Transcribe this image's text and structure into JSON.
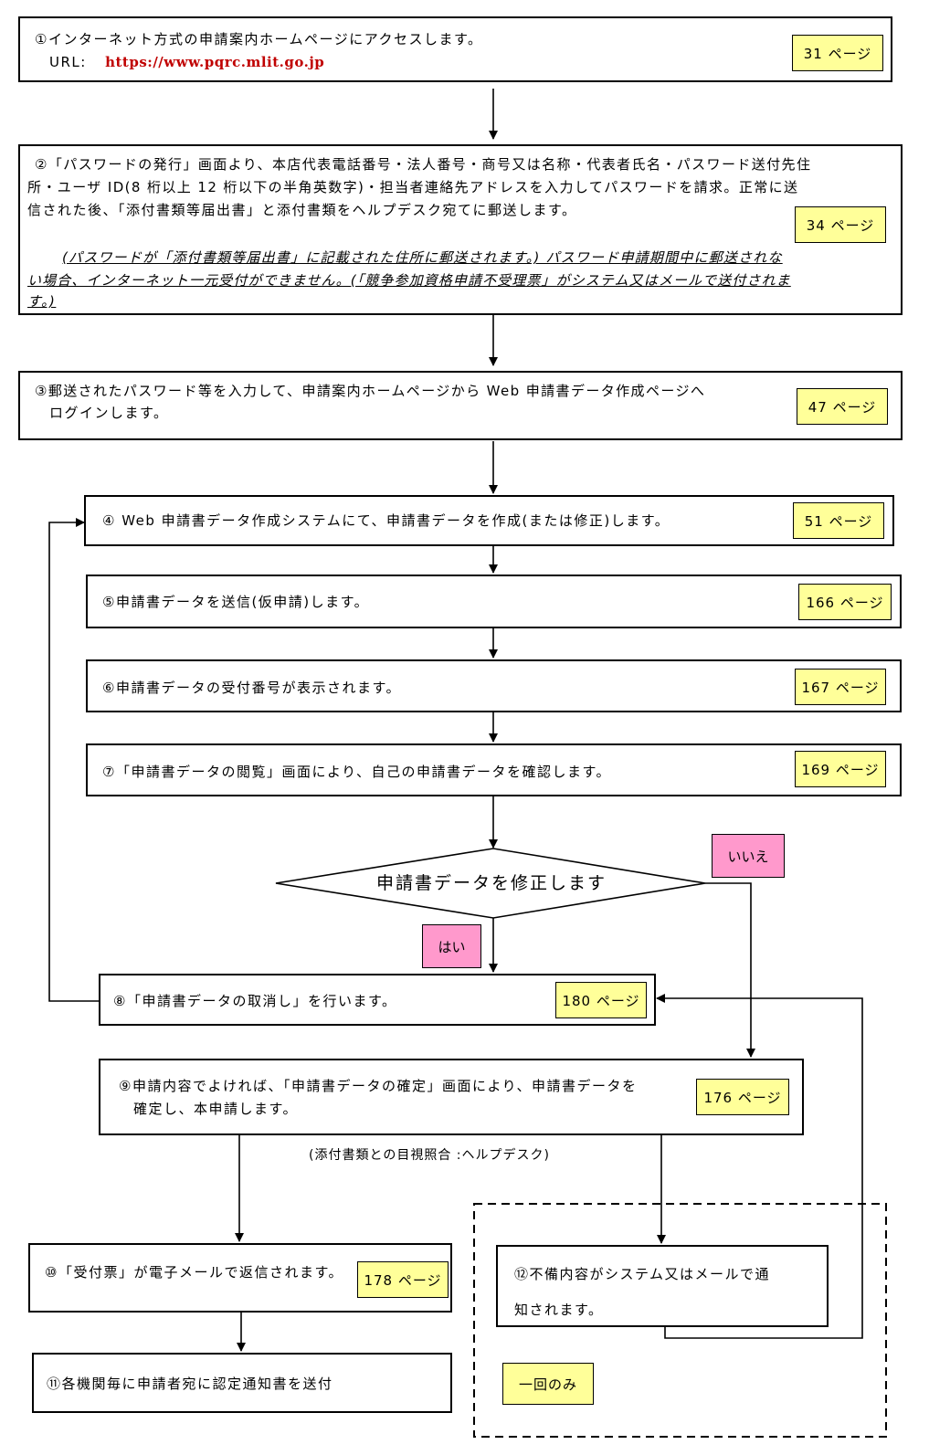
{
  "steps": {
    "s1": {
      "line1": "①インターネット方式の申請案内ホームページにアクセスします。",
      "url_label": "URL:",
      "url": "https://www.pqrc.mlit.go.jp",
      "page": "31 ページ"
    },
    "s2": {
      "line1": "②「パスワードの発行」画面より、本店代表電話番号・法人番号・商号又は名称・代表者氏名・パスワード送付先住",
      "line2": "所・ユーザ ID(8 桁以上 12 桁以下の半角英数字)・担当者連絡先アドレスを入力してパスワードを請求。正常に送",
      "line3": "信された後、「添付書類等届出書」と添付書類をヘルプデスク宛てに郵送します。",
      "note1": "(パスワードが「添付書類等届出書」に記載された住所に郵送されます。) パスワード申請期間中に郵送されな",
      "note2": "い場合、インターネット一元受付ができません。(「競争参加資格申請不受理票」がシステム又はメールで送付されま",
      "note3": "す。)",
      "page": "34 ページ"
    },
    "s3": {
      "line1": "③郵送されたパスワード等を入力して、申請案内ホームページから Web 申請書データ作成ページへ",
      "line2": "ログインします。",
      "page": "47 ページ"
    },
    "s4": {
      "line1": "④ Web 申請書データ作成システムにて、申請書データを作成(または修正)します。",
      "page": "51 ページ"
    },
    "s5": {
      "line1": "⑤申請書データを送信(仮申請)します。",
      "page": "166 ページ"
    },
    "s6": {
      "line1": "⑥申請書データの受付番号が表示されます。",
      "page": "167 ページ"
    },
    "s7": {
      "line1": "⑦「申請書データの閲覧」画面により、自己の申請書データを確認します。",
      "page": "169 ページ"
    },
    "s8": {
      "line1": "⑧「申請書データの取消し」を行います。",
      "page": "180 ページ"
    },
    "s9": {
      "line1": "⑨申請内容でよければ、「申請書データの確定」画面により、申請書データを",
      "line2": "確定し、本申請します。",
      "page": "176 ページ"
    },
    "s10": {
      "line1": "⑩「受付票」が電子メールで返信されます。",
      "page": "178 ページ"
    },
    "s11": {
      "line1": "⑪各機関毎に申請者宛に認定通知書を送付"
    },
    "s12": {
      "line1": "⑫不備内容がシステム又はメールで通",
      "line2": "知されます。"
    }
  },
  "decision": {
    "label": "申請書データを修正します",
    "yes": "はい",
    "no": "いいえ"
  },
  "visual_note": "(添付書類との目視照合 :ヘルプデスク)",
  "once_label": "一回のみ"
}
